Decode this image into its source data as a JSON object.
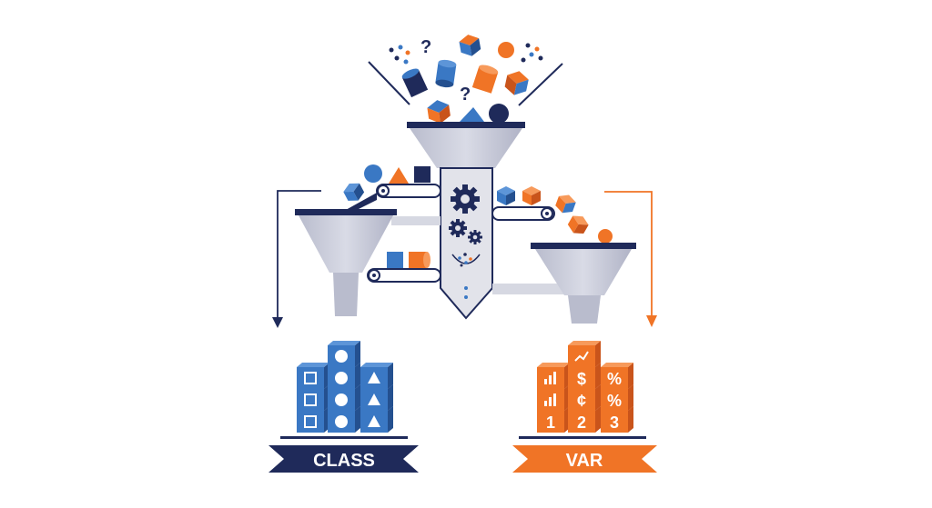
{
  "colors": {
    "navy": "#1f2a5a",
    "blue": "#3a78c4",
    "blue_dark": "#24508f",
    "orange": "#f07426",
    "orange_dark": "#c9541b",
    "funnel": "#c6c8d6",
    "funnel_dark": "#9fa2b6"
  },
  "labels": {
    "class": "CLASS",
    "var": "VAR"
  },
  "glyphs": {
    "question": "?",
    "dollar": "$",
    "cent": "¢",
    "percent": "%",
    "n1": "1",
    "n2": "2",
    "n3": "3"
  },
  "icons": [
    "gear-icon",
    "square-icon",
    "circle-icon",
    "triangle-icon",
    "bar-chart-icon",
    "line-chart-icon"
  ]
}
